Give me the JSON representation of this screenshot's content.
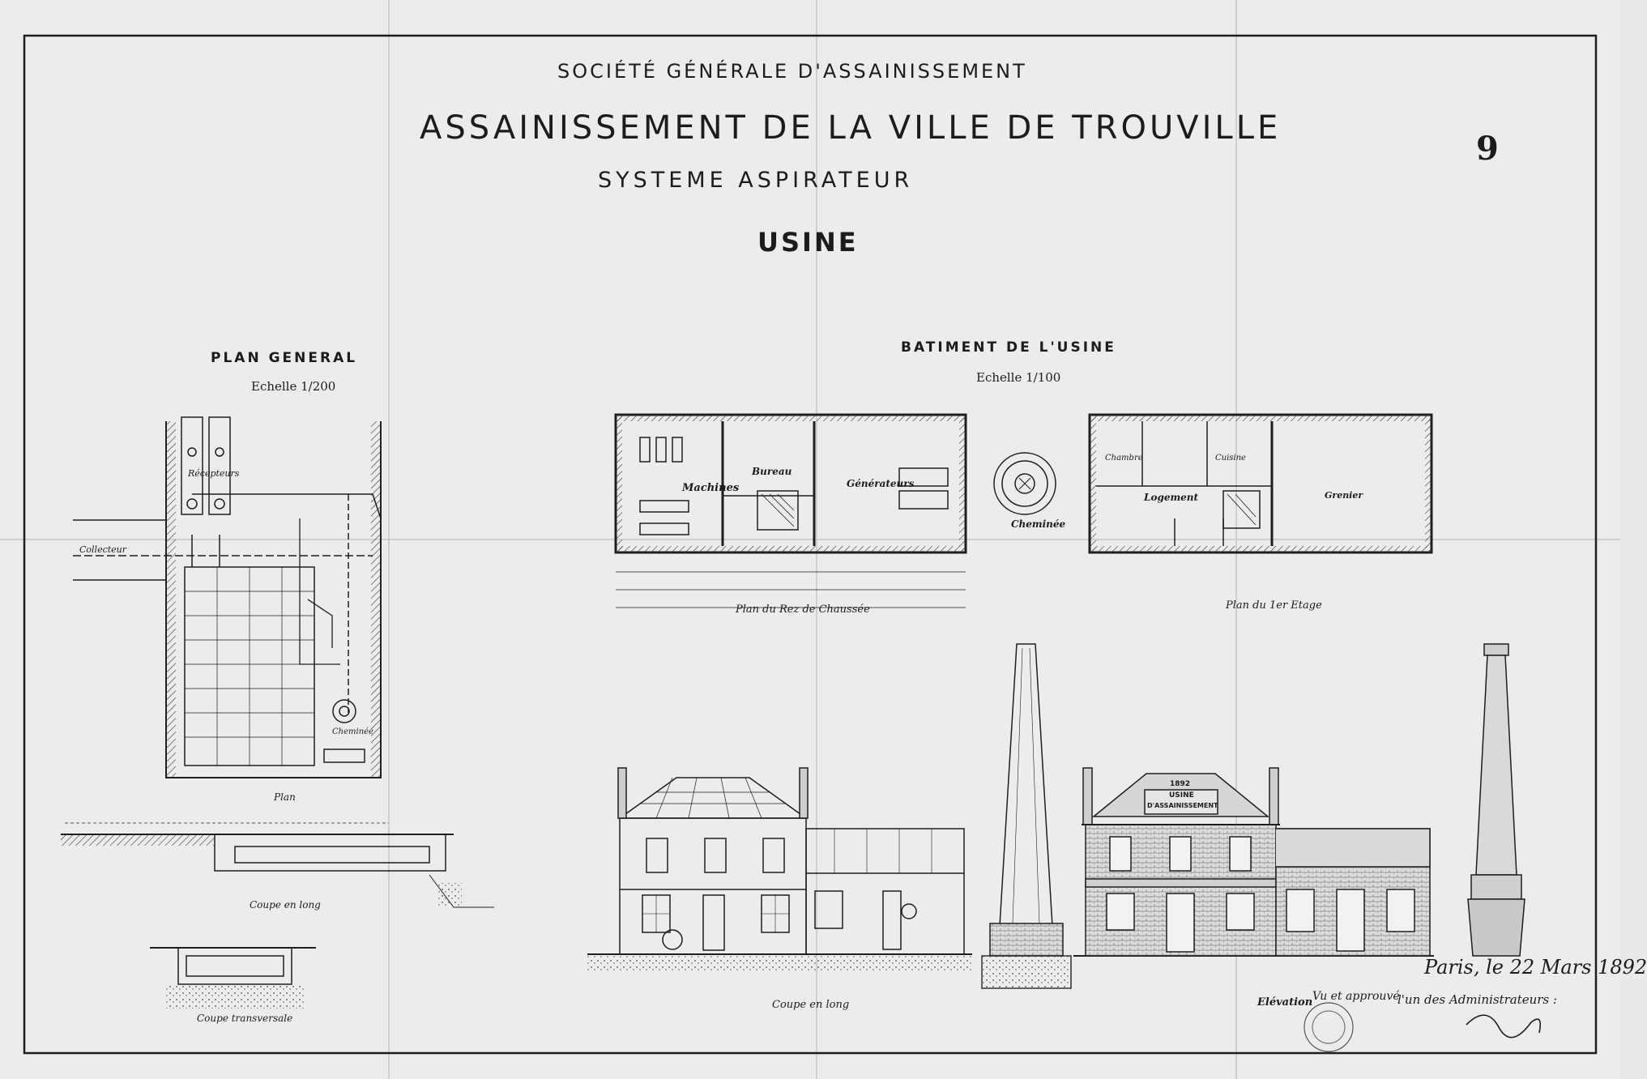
{
  "header": {
    "society": "SOCIÉTÉ GÉNÉRALE D'ASSAINISSEMENT",
    "title": "ASSAINISSEMENT DE LA VILLE DE TROUVILLE",
    "system": "SYSTEME ASPIRATEUR",
    "subject": "USINE",
    "sheet_number": "9"
  },
  "plan_general": {
    "title": "PLAN GENERAL",
    "scale": "Echelle 1/200",
    "labels": [
      "Récepteurs",
      "Collecteur",
      "Plan",
      "Coupe en long",
      "Coupe transversale",
      "Cheminée"
    ]
  },
  "batiment": {
    "title": "BATIMENT DE L'USINE",
    "scale": "Echelle 1/100",
    "ground_floor": {
      "caption": "Plan du Rez de Chaussée",
      "rooms": [
        "Machines",
        "Bureau",
        "Générateurs"
      ]
    },
    "chimney": "Cheminée",
    "first_floor": {
      "caption": "Plan du 1er Etage",
      "rooms": [
        "Chambre",
        "Logement",
        "Grenier",
        "Cuisine"
      ]
    },
    "section_caption": "Coupe en long",
    "elevation_caption": "Elévation",
    "plaque": {
      "year": "1892",
      "line1": "USINE",
      "line2": "D'ASSAINISSEMENT"
    }
  },
  "signature": {
    "date": "Paris, le 22 Mars 1892",
    "approved": "Vu et approuvé",
    "admin": "l'un des Administrateurs :"
  }
}
